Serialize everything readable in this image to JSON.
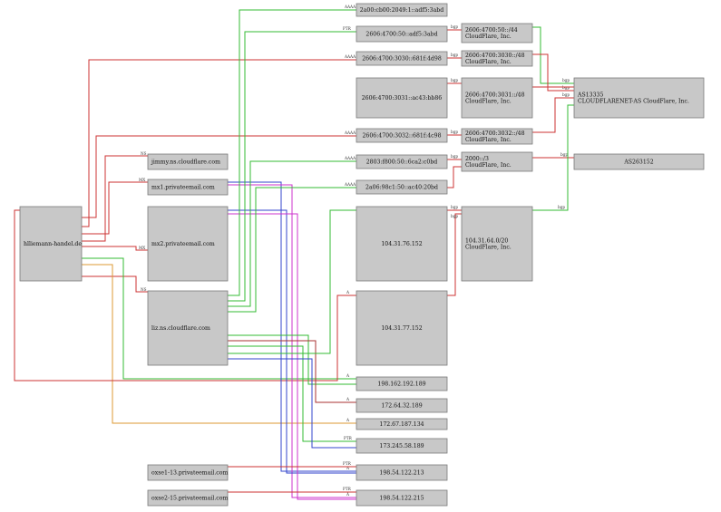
{
  "colors": {
    "red": "#cc3333",
    "green": "#33bb33",
    "blue": "#3344cc",
    "magenta": "#cc33cc",
    "orange": "#dd9933",
    "brown": "#a83232"
  },
  "nodes": {
    "root": [
      "hlliemann-handel.de"
    ],
    "jimmy": [
      "jimmy.ns.cloudflare.com"
    ],
    "mx1": [
      "mx1.privateemail.com"
    ],
    "mx2": [
      "mx2.privateemail.com"
    ],
    "liz": [
      "liz.ns.cloudflare.com"
    ],
    "oxse1": [
      "oxse1-13.privateemail.com"
    ],
    "oxse2": [
      "oxse2-15.privateemail.com"
    ],
    "v6a": [
      "2a00:cb00:2049:1::adf5:3abd"
    ],
    "v6b": [
      "2606:4700:50::adf5:3abd"
    ],
    "v6c": [
      "2606:4700:3030::681f:4d98"
    ],
    "v6d": [
      "2606:4700:3031::ac43:bb86"
    ],
    "v6e": [
      "2606:4700:3032::681f:4c98"
    ],
    "v6f": [
      "2803:f800:50::6ca2:c0bd"
    ],
    "v6g": [
      "2a06:98c1:50::ac40:20bd"
    ],
    "ip1": [
      "104.31.76.152"
    ],
    "ip2": [
      "104.31.77.152"
    ],
    "ip3": [
      "198.162.192.189"
    ],
    "ip4": [
      "172.64.32.189"
    ],
    "ip5": [
      "172.67.187.134"
    ],
    "ip6": [
      "173.245.58.189"
    ],
    "ip7": [
      "198.54.122.213"
    ],
    "ip8": [
      "198.54.122.215"
    ],
    "pfx1": [
      "2606:4700:50::/44",
      "CloudFlare, Inc."
    ],
    "pfx2": [
      "2606:4700:3030::/48",
      "CloudFlare, Inc."
    ],
    "pfx3": [
      "2606:4700:3031::/48",
      "CloudFlare, Inc."
    ],
    "pfx4": [
      "2606:4700:3032::/48",
      "CloudFlare, Inc."
    ],
    "pfx5": [
      "2000::/3",
      "CloudFlare, Inc."
    ],
    "pfx6": [
      "104.31.64.0/20",
      "CloudFlare, Inc."
    ],
    "as1": [
      "AS13335",
      "CLOUDFLARENET-AS CloudFlare, Inc."
    ],
    "as2": [
      "AS263152"
    ]
  },
  "edge_labels": {
    "ns": "NS",
    "mx": "MX",
    "a": "A",
    "aaaa": "AAAA",
    "ptr": "PTR",
    "bgp": "bgp"
  }
}
